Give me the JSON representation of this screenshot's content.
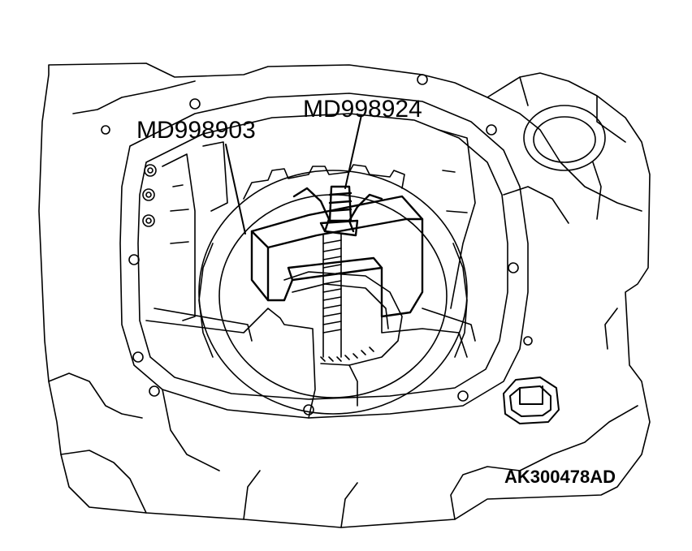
{
  "callouts": {
    "tool_a": "MD998903",
    "tool_b": "MD998924"
  },
  "figure_code": "AK300478AD",
  "colors": {
    "line": "#000000",
    "background": "#ffffff"
  }
}
